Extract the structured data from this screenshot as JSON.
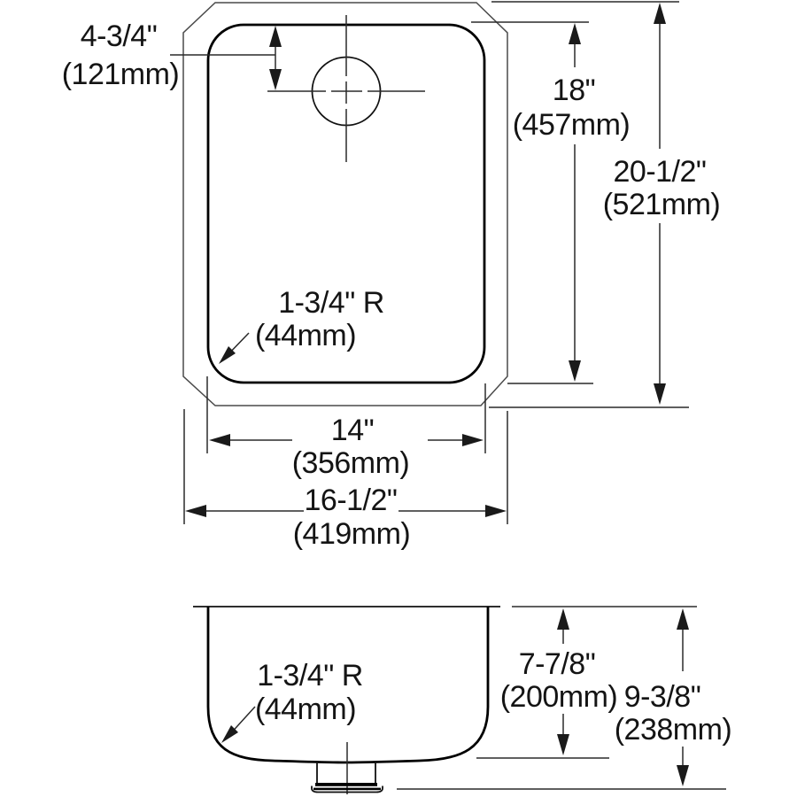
{
  "colors": {
    "background": "#ffffff",
    "line": "#2a2a2a",
    "bowl_line": "#000000",
    "outer_line": "#4a4a4a",
    "text": "#141414"
  },
  "labels": {
    "faucet_offset": {
      "in": "4-3/4\"",
      "mm": "(121mm)"
    },
    "bowl_length": {
      "in": "18\"",
      "mm": "(457mm)"
    },
    "overall_length": {
      "in": "20-1/2\"",
      "mm": "(521mm)"
    },
    "bowl_corner_radius": {
      "in": "1-3/4\" R",
      "mm": "(44mm)"
    },
    "bowl_width": {
      "in": "14\"",
      "mm": "(356mm)"
    },
    "overall_width": {
      "in": "16-1/2\"",
      "mm": "(419mm)"
    },
    "side_corner_radius": {
      "in": "1-3/4\" R",
      "mm": "(44mm)"
    },
    "bowl_depth": {
      "in": "7-7/8\"",
      "mm": "(200mm)"
    },
    "overall_depth": {
      "in": "9-3/8\"",
      "mm": "(238mm)"
    }
  }
}
